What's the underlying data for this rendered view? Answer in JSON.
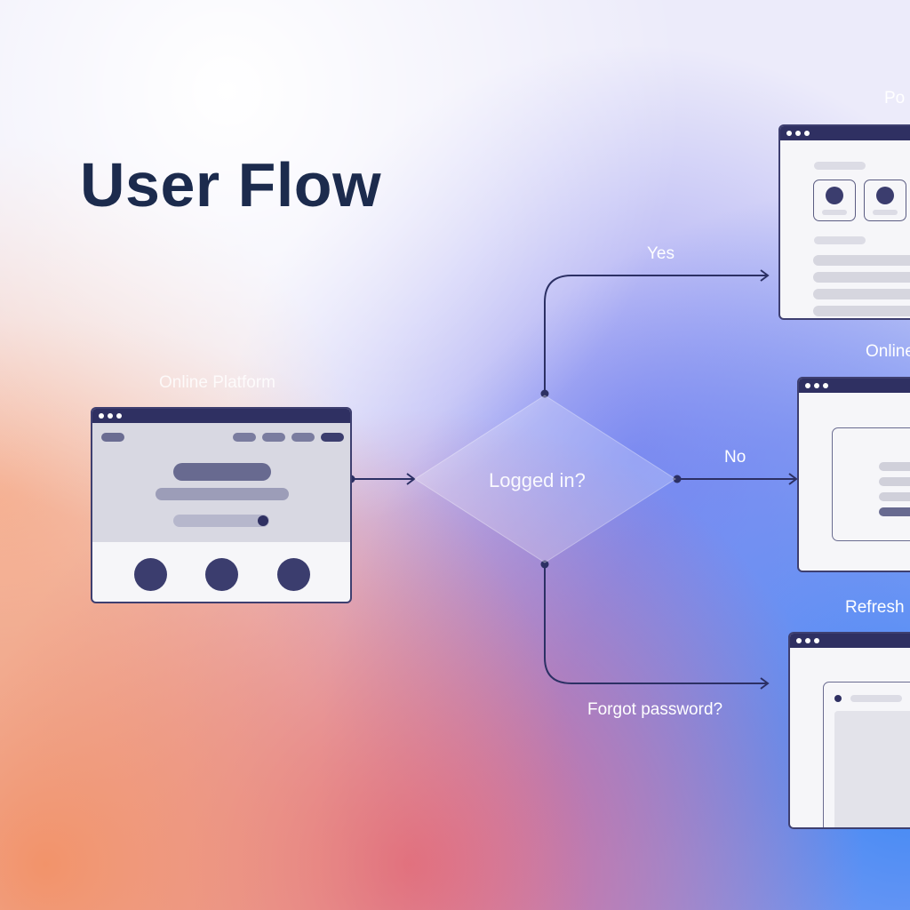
{
  "title": "User Flow",
  "nodes": {
    "online_platform": "Online Platform",
    "decision": "Logged in?",
    "top_right_partial": "Po",
    "middle_right_partial": "Online",
    "bottom_right_partial": "Refresh"
  },
  "edges": {
    "yes": "Yes",
    "no": "No",
    "forgot": "Forgot password?"
  }
}
